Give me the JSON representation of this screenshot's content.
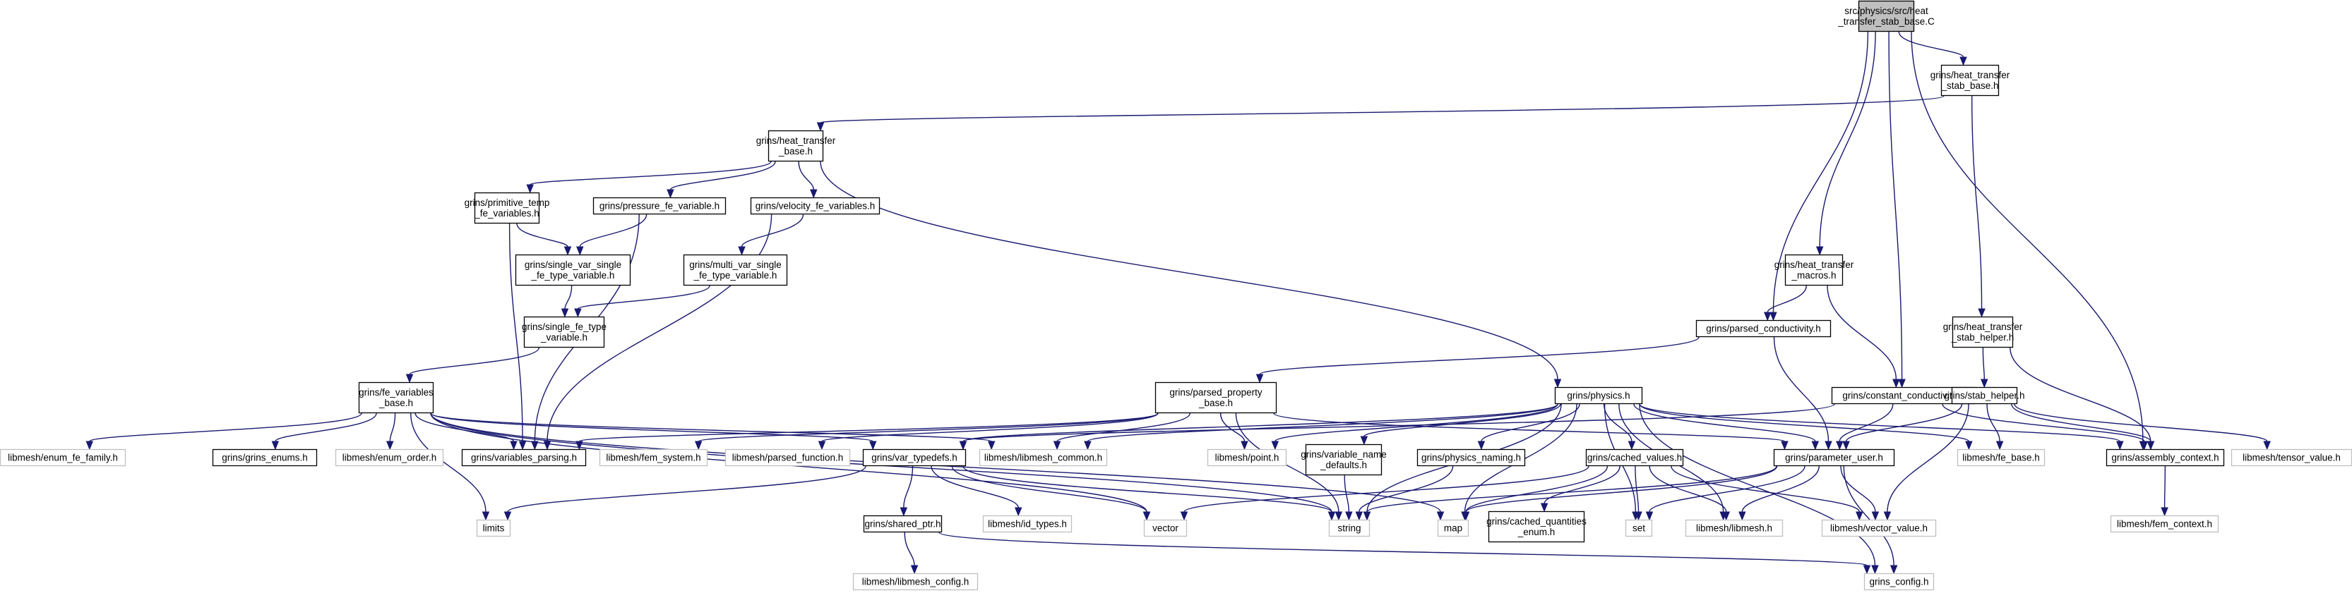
{
  "diagram": {
    "colors": {
      "edge": "#191970",
      "root_fill": "#bfbfbf",
      "internal_border": "#000000",
      "external_border": "#bfbfbf",
      "fill": "#ffffff",
      "text": "#000000"
    },
    "nodes": [
      {
        "id": "root",
        "kind": "root",
        "lines": [
          "src/physics/src/heat",
          "_transfer_stab_base.C"
        ]
      },
      {
        "id": "ht_stab_base",
        "kind": "internal",
        "lines": [
          "grins/heat_transfer",
          "_stab_base.h"
        ]
      },
      {
        "id": "ht_base",
        "kind": "internal",
        "lines": [
          "grins/heat_transfer",
          "_base.h"
        ]
      },
      {
        "id": "prim_temp",
        "kind": "internal",
        "lines": [
          "grins/primitive_temp",
          "_fe_variables.h"
        ]
      },
      {
        "id": "pressure_fe",
        "kind": "internal",
        "lines": [
          "grins/pressure_fe_variable.h"
        ]
      },
      {
        "id": "velocity_fe",
        "kind": "internal",
        "lines": [
          "grins/velocity_fe_variables.h"
        ]
      },
      {
        "id": "single_var_single",
        "kind": "internal",
        "lines": [
          "grins/single_var_single",
          "_fe_type_variable.h"
        ]
      },
      {
        "id": "multi_var_single",
        "kind": "internal",
        "lines": [
          "grins/multi_var_single",
          "_fe_type_variable.h"
        ]
      },
      {
        "id": "single_fe_type",
        "kind": "internal",
        "lines": [
          "grins/single_fe_type",
          "_variable.h"
        ]
      },
      {
        "id": "fe_vars_base",
        "kind": "internal",
        "lines": [
          "grins/fe_variables",
          "_base.h"
        ]
      },
      {
        "id": "enum_fe_family",
        "kind": "external",
        "lines": [
          "libmesh/enum_fe_family.h"
        ]
      },
      {
        "id": "grins_enums",
        "kind": "internal",
        "lines": [
          "grins/grins_enums.h"
        ]
      },
      {
        "id": "enum_order",
        "kind": "external",
        "lines": [
          "libmesh/enum_order.h"
        ]
      },
      {
        "id": "vars_parsing",
        "kind": "internal",
        "lines": [
          "grins/variables_parsing.h"
        ]
      },
      {
        "id": "fem_system",
        "kind": "external",
        "lines": [
          "libmesh/fem_system.h"
        ]
      },
      {
        "id": "parsed_function",
        "kind": "external",
        "lines": [
          "libmesh/parsed_function.h"
        ]
      },
      {
        "id": "var_typedefs",
        "kind": "internal",
        "lines": [
          "grins/var_typedefs.h"
        ]
      },
      {
        "id": "libmesh_common",
        "kind": "external",
        "lines": [
          "libmesh/libmesh_common.h"
        ]
      },
      {
        "id": "parsed_prop_base",
        "kind": "internal",
        "lines": [
          "grins/parsed_property",
          "_base.h"
        ]
      },
      {
        "id": "point",
        "kind": "external",
        "lines": [
          "libmesh/point.h"
        ]
      },
      {
        "id": "ht_macros",
        "kind": "internal",
        "lines": [
          "grins/heat_transfer",
          "_macros.h"
        ]
      },
      {
        "id": "parsed_cond",
        "kind": "internal",
        "lines": [
          "grins/parsed_conductivity.h"
        ]
      },
      {
        "id": "const_cond",
        "kind": "internal",
        "lines": [
          "grins/constant_conductivity.h"
        ]
      },
      {
        "id": "physics",
        "kind": "internal",
        "lines": [
          "grins/physics.h"
        ]
      },
      {
        "id": "var_name_defaults",
        "kind": "internal",
        "lines": [
          "grins/variable_name",
          "_defaults.h"
        ]
      },
      {
        "id": "physics_naming",
        "kind": "internal",
        "lines": [
          "grins/physics_naming.h"
        ]
      },
      {
        "id": "cached_values",
        "kind": "internal",
        "lines": [
          "grins/cached_values.h"
        ]
      },
      {
        "id": "parameter_user",
        "kind": "internal",
        "lines": [
          "grins/parameter_user.h"
        ]
      },
      {
        "id": "fe_base",
        "kind": "external",
        "lines": [
          "libmesh/fe_base.h"
        ]
      },
      {
        "id": "assembly_ctx",
        "kind": "internal",
        "lines": [
          "grins/assembly_context.h"
        ]
      },
      {
        "id": "tensor_value",
        "kind": "external",
        "lines": [
          "libmesh/tensor_value.h"
        ]
      },
      {
        "id": "ht_stab_helper",
        "kind": "internal",
        "lines": [
          "grins/heat_transfer",
          "_stab_helper.h"
        ]
      },
      {
        "id": "stab_helper",
        "kind": "internal",
        "lines": [
          "grins/stab_helper.h"
        ]
      },
      {
        "id": "limits",
        "kind": "external",
        "lines": [
          "limits"
        ]
      },
      {
        "id": "shared_ptr",
        "kind": "internal",
        "lines": [
          "grins/shared_ptr.h"
        ]
      },
      {
        "id": "id_types",
        "kind": "external",
        "lines": [
          "libmesh/id_types.h"
        ]
      },
      {
        "id": "vector",
        "kind": "external",
        "lines": [
          "vector"
        ]
      },
      {
        "id": "string",
        "kind": "external",
        "lines": [
          "string"
        ]
      },
      {
        "id": "map",
        "kind": "external",
        "lines": [
          "map"
        ]
      },
      {
        "id": "cached_q_enum",
        "kind": "internal",
        "lines": [
          "grins/cached_quantities",
          "_enum.h"
        ]
      },
      {
        "id": "set",
        "kind": "external",
        "lines": [
          "set"
        ]
      },
      {
        "id": "libmesh_h",
        "kind": "external",
        "lines": [
          "libmesh/libmesh.h"
        ]
      },
      {
        "id": "vector_value",
        "kind": "external",
        "lines": [
          "libmesh/vector_value.h"
        ]
      },
      {
        "id": "fem_context",
        "kind": "external",
        "lines": [
          "libmesh/fem_context.h"
        ]
      },
      {
        "id": "libmesh_config",
        "kind": "external",
        "lines": [
          "libmesh/libmesh_config.h"
        ]
      },
      {
        "id": "grins_config",
        "kind": "external",
        "lines": [
          "grins_config.h"
        ]
      }
    ],
    "edges": [
      [
        "root",
        "ht_stab_base"
      ],
      [
        "root",
        "parsed_cond"
      ],
      [
        "root",
        "ht_macros"
      ],
      [
        "root",
        "const_cond"
      ],
      [
        "root",
        "assembly_ctx"
      ],
      [
        "ht_stab_base",
        "ht_base"
      ],
      [
        "ht_stab_base",
        "ht_stab_helper"
      ],
      [
        "ht_base",
        "prim_temp"
      ],
      [
        "ht_base",
        "pressure_fe"
      ],
      [
        "ht_base",
        "velocity_fe"
      ],
      [
        "ht_base",
        "physics"
      ],
      [
        "prim_temp",
        "single_var_single"
      ],
      [
        "prim_temp",
        "vars_parsing"
      ],
      [
        "pressure_fe",
        "single_var_single"
      ],
      [
        "pressure_fe",
        "vars_parsing"
      ],
      [
        "velocity_fe",
        "multi_var_single"
      ],
      [
        "velocity_fe",
        "vars_parsing"
      ],
      [
        "single_var_single",
        "single_fe_type"
      ],
      [
        "multi_var_single",
        "single_fe_type"
      ],
      [
        "single_fe_type",
        "fe_vars_base"
      ],
      [
        "fe_vars_base",
        "enum_fe_family"
      ],
      [
        "fe_vars_base",
        "grins_enums"
      ],
      [
        "fe_vars_base",
        "enum_order"
      ],
      [
        "fe_vars_base",
        "vars_parsing"
      ],
      [
        "fe_vars_base",
        "var_typedefs"
      ],
      [
        "fe_vars_base",
        "libmesh_common"
      ],
      [
        "fe_vars_base",
        "limits"
      ],
      [
        "fe_vars_base",
        "vector"
      ],
      [
        "fe_vars_base",
        "string"
      ],
      [
        "fe_vars_base",
        "map"
      ],
      [
        "ht_macros",
        "parsed_cond"
      ],
      [
        "ht_macros",
        "const_cond"
      ],
      [
        "parsed_cond",
        "parsed_prop_base"
      ],
      [
        "parsed_cond",
        "parameter_user"
      ],
      [
        "parsed_prop_base",
        "fem_system"
      ],
      [
        "parsed_prop_base",
        "parsed_function"
      ],
      [
        "parsed_prop_base",
        "libmesh_common"
      ],
      [
        "parsed_prop_base",
        "point"
      ],
      [
        "parsed_prop_base",
        "string"
      ],
      [
        "parsed_prop_base",
        "parameter_user"
      ],
      [
        "parsed_prop_base",
        "vars_parsing"
      ],
      [
        "const_cond",
        "parameter_user"
      ],
      [
        "const_cond",
        "assembly_ctx"
      ],
      [
        "const_cond",
        "var_typedefs"
      ],
      [
        "physics",
        "var_typedefs"
      ],
      [
        "physics",
        "libmesh_common"
      ],
      [
        "physics",
        "point"
      ],
      [
        "physics",
        "var_name_defaults"
      ],
      [
        "physics",
        "physics_naming"
      ],
      [
        "physics",
        "cached_values"
      ],
      [
        "physics",
        "parameter_user"
      ],
      [
        "physics",
        "fe_base"
      ],
      [
        "physics",
        "assembly_ctx"
      ],
      [
        "physics",
        "string"
      ],
      [
        "physics",
        "map"
      ],
      [
        "physics",
        "set"
      ],
      [
        "physics",
        "libmesh_h"
      ],
      [
        "physics",
        "grins_config"
      ],
      [
        "var_typedefs",
        "limits"
      ],
      [
        "var_typedefs",
        "shared_ptr"
      ],
      [
        "var_typedefs",
        "id_types"
      ],
      [
        "var_typedefs",
        "vector"
      ],
      [
        "var_typedefs",
        "string"
      ],
      [
        "shared_ptr",
        "libmesh_config"
      ],
      [
        "shared_ptr",
        "grins_config"
      ],
      [
        "var_name_defaults",
        "string"
      ],
      [
        "physics_naming",
        "string"
      ],
      [
        "cached_values",
        "vector"
      ],
      [
        "cached_values",
        "map"
      ],
      [
        "cached_values",
        "cached_q_enum"
      ],
      [
        "cached_values",
        "set"
      ],
      [
        "cached_values",
        "libmesh_h"
      ],
      [
        "cached_values",
        "vector_value"
      ],
      [
        "parameter_user",
        "string"
      ],
      [
        "parameter_user",
        "map"
      ],
      [
        "parameter_user",
        "set"
      ],
      [
        "parameter_user",
        "libmesh_h"
      ],
      [
        "parameter_user",
        "vector_value"
      ],
      [
        "parameter_user",
        "grins_config"
      ],
      [
        "ht_stab_helper",
        "stab_helper"
      ],
      [
        "ht_stab_helper",
        "assembly_ctx"
      ],
      [
        "stab_helper",
        "parameter_user"
      ],
      [
        "stab_helper",
        "fe_base"
      ],
      [
        "stab_helper",
        "assembly_ctx"
      ],
      [
        "stab_helper",
        "tensor_value"
      ],
      [
        "stab_helper",
        "vector_value"
      ],
      [
        "assembly_ctx",
        "fem_context"
      ]
    ]
  }
}
